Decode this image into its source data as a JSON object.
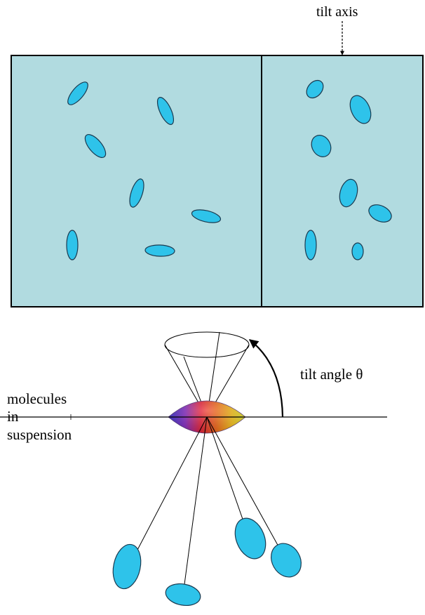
{
  "labels": {
    "tilt_axis": "tilt axis",
    "tilt_angle": "tilt angle θ",
    "molecules_line1": "molecules",
    "molecules_line2": "in",
    "molecules_line3": "suspension"
  },
  "colors": {
    "panel_fill": "#b1dbe0",
    "molecule_fill": "#2ec3ea",
    "outline": "#000000"
  }
}
